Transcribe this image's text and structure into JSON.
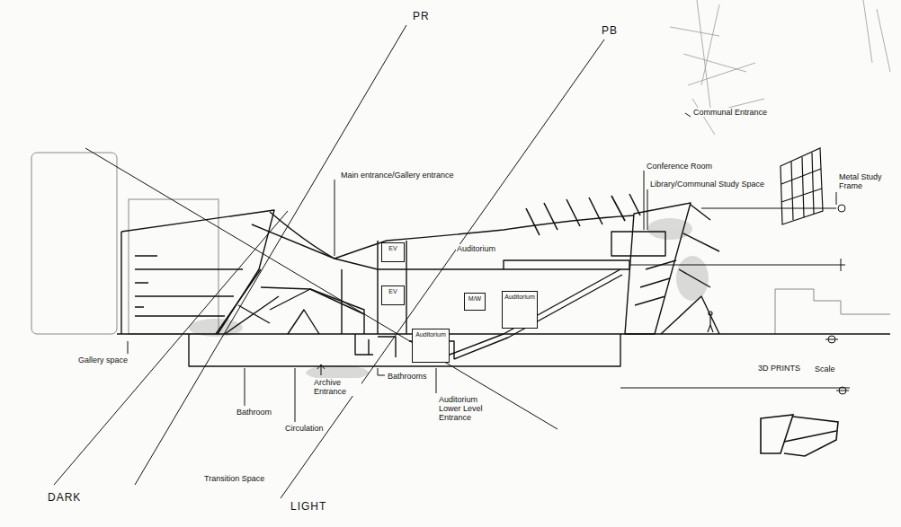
{
  "diagram": {
    "nodes": [
      {
        "text": [
          "EV"
        ]
      },
      {
        "text": [
          "EV"
        ]
      },
      {
        "text": [
          "M/W"
        ]
      },
      {
        "text": [
          "Auditorium"
        ]
      },
      {
        "text": [
          "Auditorium"
        ]
      }
    ],
    "labels": [
      "PR",
      "PB",
      "Main entrance/Gallery entrance",
      "Communal Entrance",
      "Conference Room",
      "Library/Communal Study Space",
      "Metal Study Frame",
      "Auditorium",
      "Gallery space",
      "Archive Entrance",
      "Bathrooms",
      "Bathroom",
      "Circulation",
      "Auditorium Lower Level Entrance",
      "3D PRINTS",
      "Scale",
      "Transition Space",
      "DARK",
      "LIGHT"
    ]
  }
}
